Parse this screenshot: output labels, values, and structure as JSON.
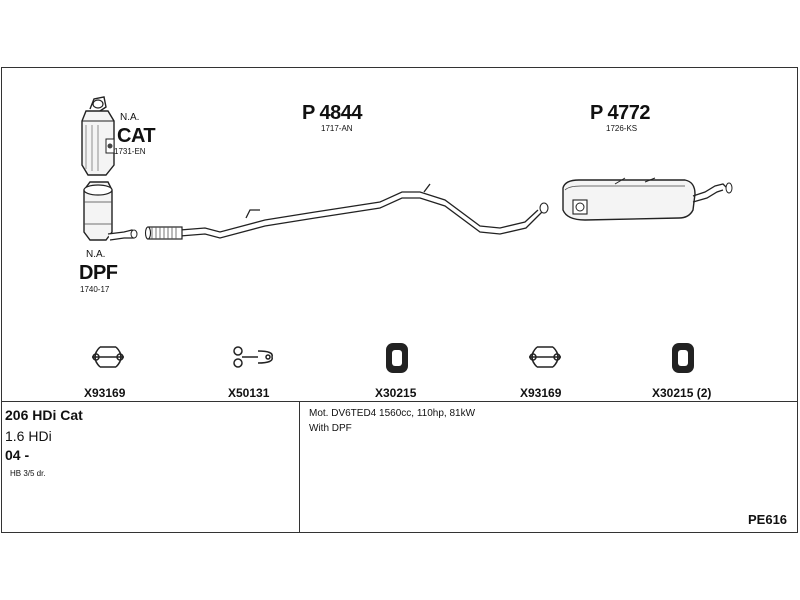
{
  "components": {
    "cat": {
      "status": "N.A.",
      "name": "CAT",
      "code": "1731-EN"
    },
    "dpf": {
      "status": "N.A.",
      "name": "DPF",
      "code": "1740-17"
    },
    "pipe": {
      "part": "P 4844",
      "code": "1717-AN"
    },
    "silencer": {
      "part": "P 4772",
      "code": "1726-KS"
    }
  },
  "fittings": [
    {
      "icon": "clamp-icon",
      "label": "X93169"
    },
    {
      "icon": "bracket-icon",
      "label": "X50131"
    },
    {
      "icon": "rubber-mount-icon",
      "label": "X30215"
    },
    {
      "icon": "clamp-icon",
      "label": "X93169"
    },
    {
      "icon": "rubber-mount-icon",
      "label": "X30215 (2)"
    }
  ],
  "vehicle": {
    "model": "206 HDi Cat",
    "engine_size": "1.6 HDi",
    "year": "04 -",
    "body": "HB 3/5 dr."
  },
  "details": {
    "line1": "Mot. DV6TED4 1560cc, 110hp, 81kW",
    "line2": "With DPF"
  },
  "kit_code": "PE616"
}
